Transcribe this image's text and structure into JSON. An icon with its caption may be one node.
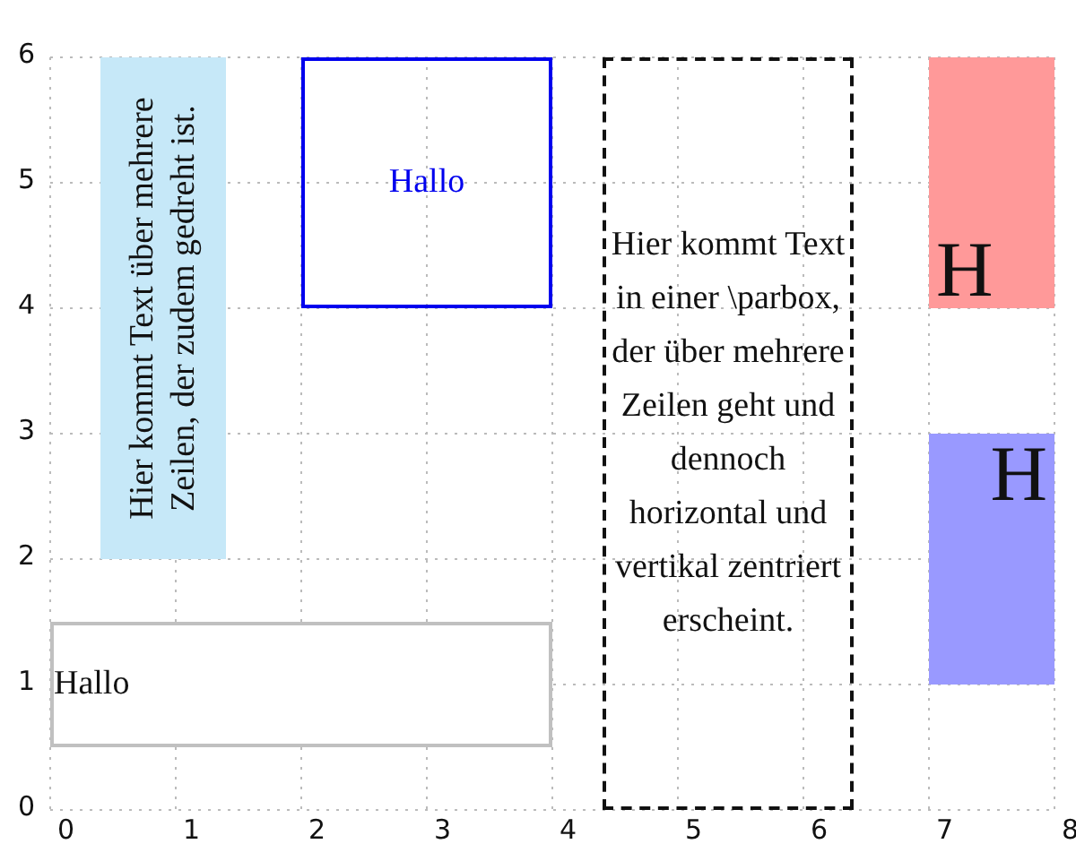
{
  "diagram": {
    "nodes": [
      {
        "text": [
          "Hier kommt Text über mehrere Zeilen, der zudem gedreht ist."
        ]
      },
      {
        "text": [
          "Hallo"
        ]
      },
      {
        "text": [
          "Hallo"
        ]
      },
      {
        "text": [
          "Hier kommt Text in einer \\parbox, der über mehrere Zeilen geht und dennoch horizontal und vertikal zentriert erscheint."
        ]
      },
      {
        "text": [
          "H"
        ]
      },
      {
        "text": [
          "H"
        ]
      }
    ],
    "labels": [
      "6",
      "5",
      "4",
      "3",
      "2",
      "1",
      "0",
      "0",
      "1",
      "2",
      "3",
      "4",
      "5",
      "6",
      "7",
      "8"
    ]
  }
}
